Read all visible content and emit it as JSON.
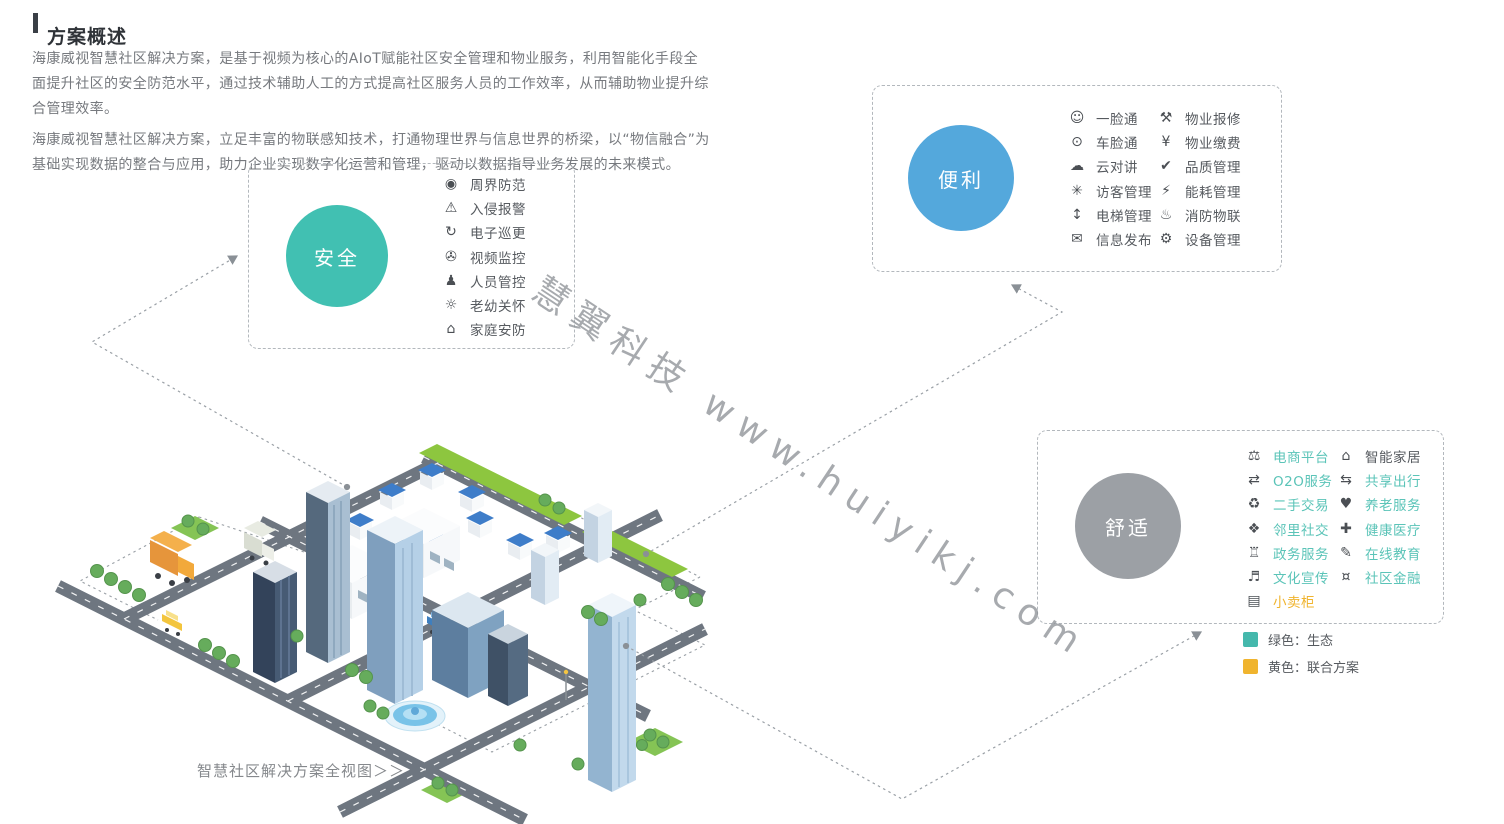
{
  "header": {
    "title": "方案概述"
  },
  "intro": {
    "p1": "海康威视智慧社区解决方案，是基于视频为核心的AIoT赋能社区安全管理和物业服务，利用智能化手段全面提升社区的安全防范水平，通过技术辅助人工的方式提高社区服务人员的工作效率，从而辅助物业提升综合管理效率。",
    "p2": "海康威视智慧社区解决方案，立足丰富的物联感知技术，打通物理世界与信息世界的桥梁，以“物信融合”为基础实现数据的整合与应用，助力企业实现数字化运营和管理，驱动以数据指导业务发展的未来模式。"
  },
  "panels": {
    "safety": {
      "label": "安全",
      "circle_color": "#41C0B2",
      "items": [
        {
          "name": "perimeter-icon",
          "glyph": "◉",
          "label": "周界防范"
        },
        {
          "name": "intrusion-alarm-icon",
          "glyph": "⚠",
          "label": "入侵报警"
        },
        {
          "name": "patrol-icon",
          "glyph": "↻",
          "label": "电子巡更"
        },
        {
          "name": "cctv-icon",
          "glyph": "✇",
          "label": "视频监控"
        },
        {
          "name": "personnel-icon",
          "glyph": "♟",
          "label": "人员管控"
        },
        {
          "name": "care-icon",
          "glyph": "☼",
          "label": "老幼关怀"
        },
        {
          "name": "home-security-icon",
          "glyph": "⌂",
          "label": "家庭安防"
        }
      ]
    },
    "convenience": {
      "label": "便利",
      "circle_color": "#54A8DC",
      "items_left": [
        {
          "name": "face-access-icon",
          "glyph": "☺",
          "label": "一脸通"
        },
        {
          "name": "vehicle-access-icon",
          "glyph": "⊙",
          "label": "车脸通"
        },
        {
          "name": "cloud-intercom-icon",
          "glyph": "☁",
          "label": "云对讲"
        },
        {
          "name": "visitor-management-icon",
          "glyph": "✳",
          "label": "访客管理"
        },
        {
          "name": "elevator-icon",
          "glyph": "↕",
          "label": "电梯管理"
        },
        {
          "name": "info-publish-icon",
          "glyph": "✉",
          "label": "信息发布"
        }
      ],
      "items_right": [
        {
          "name": "repair-icon",
          "glyph": "⚒",
          "label": "物业报修"
        },
        {
          "name": "payment-icon",
          "glyph": "¥",
          "label": "物业缴费"
        },
        {
          "name": "quality-icon",
          "glyph": "✔",
          "label": "品质管理"
        },
        {
          "name": "energy-icon",
          "glyph": "⚡",
          "label": "能耗管理"
        },
        {
          "name": "fire-iot-icon",
          "glyph": "♨",
          "label": "消防物联"
        },
        {
          "name": "device-management-icon",
          "glyph": "⚙",
          "label": "设备管理"
        }
      ]
    },
    "comfort": {
      "label": "舒适",
      "circle_color": "#9CA0A5",
      "items_left": [
        {
          "name": "ecommerce-icon",
          "glyph": "⚖",
          "label": "电商平台",
          "color": "green"
        },
        {
          "name": "o2o-icon",
          "glyph": "⇄",
          "label": "O2O服务",
          "color": "green"
        },
        {
          "name": "secondhand-icon",
          "glyph": "♻",
          "label": "二手交易",
          "color": "green"
        },
        {
          "name": "neighborhood-icon",
          "glyph": "❖",
          "label": "邻里社交",
          "color": "green"
        },
        {
          "name": "government-icon",
          "glyph": "♖",
          "label": "政务服务",
          "color": "green"
        },
        {
          "name": "culture-icon",
          "glyph": "♬",
          "label": "文化宣传",
          "color": "green"
        },
        {
          "name": "vending-icon",
          "glyph": "▤",
          "label": "小卖柜",
          "color": "yellow"
        }
      ],
      "items_right": [
        {
          "name": "smart-home-icon",
          "glyph": "⌂",
          "label": "智能家居",
          "color": "dark"
        },
        {
          "name": "shared-mobility-icon",
          "glyph": "⇆",
          "label": "共享出行",
          "color": "green"
        },
        {
          "name": "elderly-care-icon",
          "glyph": "♥",
          "label": "养老服务",
          "color": "green"
        },
        {
          "name": "healthcare-icon",
          "glyph": "✚",
          "label": "健康医疗",
          "color": "green"
        },
        {
          "name": "online-education-icon",
          "glyph": "✎",
          "label": "在线教育",
          "color": "green"
        },
        {
          "name": "finance-icon",
          "glyph": "¤",
          "label": "社区金融",
          "color": "green"
        }
      ]
    }
  },
  "legend": {
    "items": [
      {
        "swatch_color": "#45B8AC",
        "label": "绿色：生态"
      },
      {
        "swatch_color": "#F0B42E",
        "label": "黄色：联合方案"
      }
    ]
  },
  "caption": "智慧社区解决方案全视图＞＞",
  "watermark": "慧翼科技 www.huiyikj.com",
  "colors": {
    "eco_text": "#5BC4B8",
    "joint_text": "#F0B42E",
    "connector": "#9aa0a6",
    "road": "#6E7680",
    "greenery": "#66AC5C"
  }
}
